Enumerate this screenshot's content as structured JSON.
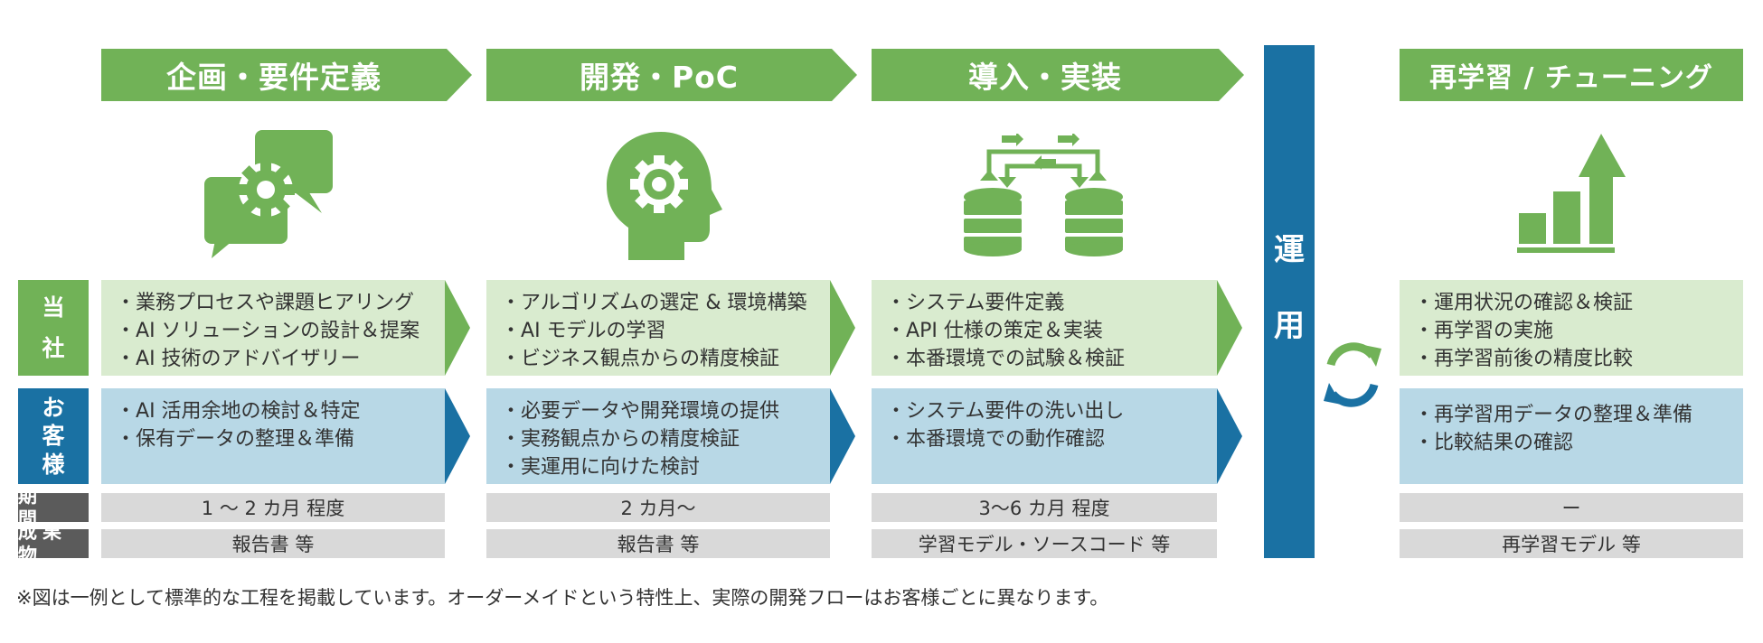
{
  "colors": {
    "green": "#71b257",
    "green_light": "#d9ebcf",
    "blue": "#1a71a3",
    "blue_light": "#b8d8e6",
    "gray_label": "#5b5b5b",
    "gray_cell": "#d9d9d9"
  },
  "phases": [
    {
      "title": "企画・要件定義",
      "icon": "gears-speech-bubbles-icon",
      "ours": [
        "業務プロセスや課題ヒアリング",
        "AI ソリューションの設計＆提案",
        "AI 技術のアドバイザリー"
      ],
      "customer": [
        "AI 活用余地の検討＆特定",
        "保有データの整理＆準備"
      ],
      "period": "1 ～ 2 カ月  程度",
      "deliverable": "報告書 等"
    },
    {
      "title": "開発・PoC",
      "icon": "head-gear-icon",
      "ours": [
        "アルゴリズムの選定 & 環境構築",
        "AI モデルの学習",
        "ビジネス観点からの精度検証"
      ],
      "customer": [
        "必要データや開発環境の提供",
        "実務観点からの精度検証",
        "実運用に向けた検討"
      ],
      "period": "2 カ月～",
      "deliverable": "報告書 等"
    },
    {
      "title": "導入・実装",
      "icon": "database-transfer-icon",
      "ours": [
        "システム要件定義",
        "API 仕様の策定＆実装",
        "本番環境での試験＆検証"
      ],
      "customer": [
        "システム要件の洗い出し",
        "本番環境での動作確認"
      ],
      "period": "3～6 カ月  程度",
      "deliverable": "学習モデル・ソースコード 等"
    }
  ],
  "operation": {
    "label": [
      "運",
      "用"
    ],
    "icon": "cycle-arrows-icon"
  },
  "retrain": {
    "title": "再学習 / チューニング",
    "icon": "growth-chart-icon",
    "ours": [
      "運用状況の確認＆検証",
      "再学習の実施",
      "再学習前後の精度比較"
    ],
    "customer": [
      "再学習用データの整理＆準備",
      "比較結果の確認"
    ],
    "period": "ー",
    "deliverable": "再学習モデル 等"
  },
  "row_labels": {
    "ours": [
      "当",
      "社"
    ],
    "customer": [
      "お",
      "客",
      "様"
    ],
    "period": "期　間",
    "deliverable": "成果物"
  },
  "footnote": "※図は一例として標準的な工程を掲載しています。オーダーメイドという特性上、実際の開発フローはお客様ごとに異なります。"
}
